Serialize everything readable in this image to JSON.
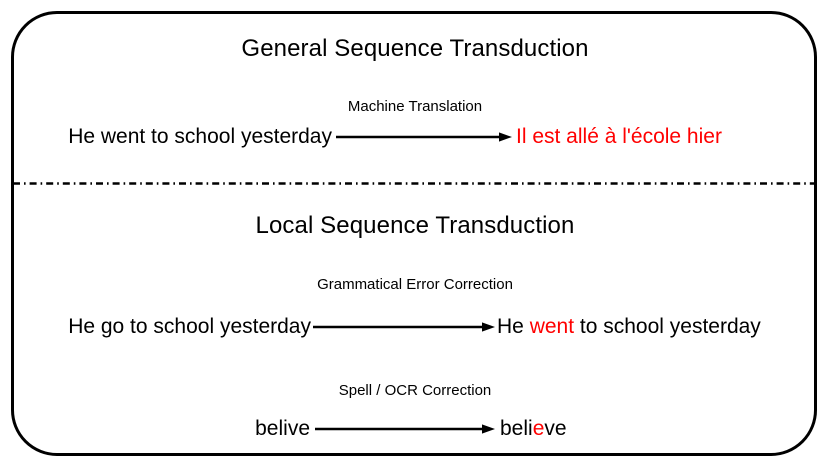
{
  "figure": {
    "border_color": "#000000",
    "background_color": "#ffffff",
    "highlight_color": "#ff0000"
  },
  "panels": [
    {
      "id": "general",
      "title": "General Sequence Transduction",
      "tasks": [
        {
          "id": "mt",
          "caption": "Machine Translation",
          "source": "He went to school yesterday",
          "target_parts": [
            {
              "text": "Il est allé à l'école hier",
              "color": "#ff0000"
            }
          ],
          "arrow": "right-arrow"
        }
      ]
    },
    {
      "id": "local",
      "title": "Local Sequence Transduction",
      "tasks": [
        {
          "id": "gec",
          "caption": "Grammatical Error Correction",
          "source": "He go to school yesterday",
          "target_parts": [
            {
              "text": "He ",
              "color": "#000000"
            },
            {
              "text": "went",
              "color": "#ff0000"
            },
            {
              "text": " to school yesterday",
              "color": "#000000"
            }
          ],
          "arrow": "right-arrow"
        },
        {
          "id": "spell",
          "caption": "Spell / OCR Correction",
          "source": "belive",
          "target_parts": [
            {
              "text": "beli",
              "color": "#000000"
            },
            {
              "text": "e",
              "color": "#ff0000"
            },
            {
              "text": "ve",
              "color": "#000000"
            }
          ],
          "arrow": "right-arrow"
        }
      ]
    }
  ],
  "divider": {
    "style": "dash-dot",
    "color": "#000000"
  }
}
